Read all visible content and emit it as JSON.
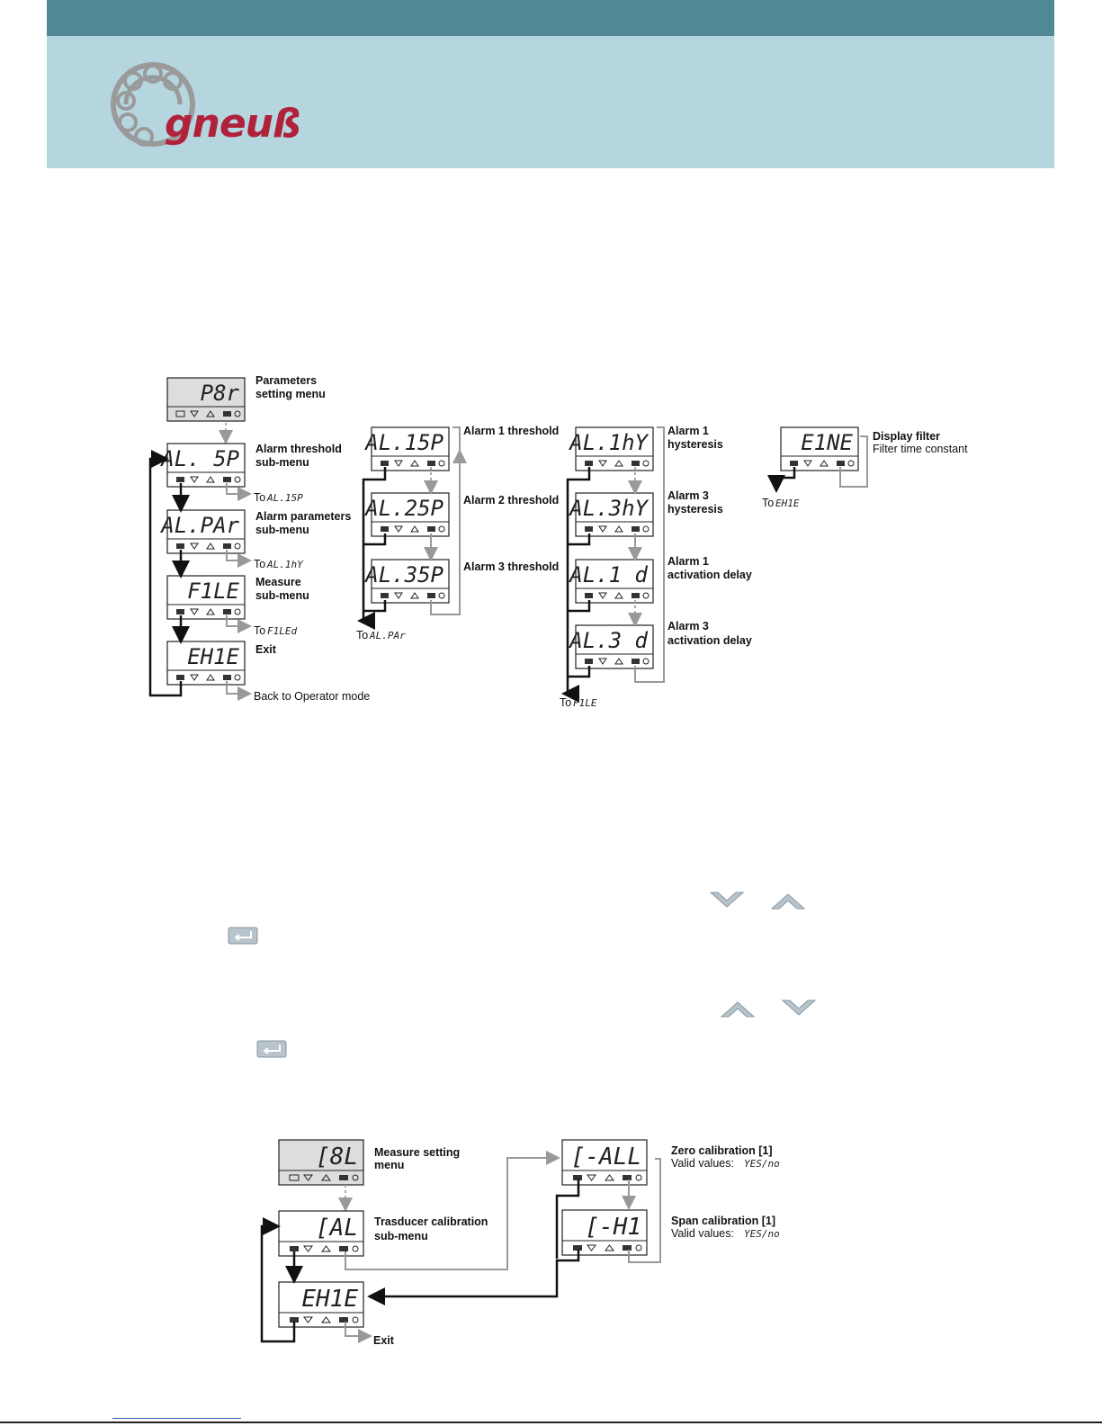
{
  "brand": {
    "name": "gneuß"
  },
  "diagram1": {
    "main_menu": [
      {
        "display": "P8r",
        "label1": "Parameters",
        "label2": "setting menu"
      },
      {
        "display": "AL.  5P",
        "label1": "Alarm threshold",
        "label2": "sub-menu",
        "to": "To ",
        "to_seg": "AL.15P"
      },
      {
        "display": "AL.PAr",
        "label1": "Alarm parameters",
        "label2": "sub-menu",
        "to": "To ",
        "to_seg": "AL.1hY"
      },
      {
        "display": "F1LE",
        "label1": "Measure",
        "label2": "sub-menu",
        "to": "To ",
        "to_seg": "F1LEd"
      },
      {
        "display": "EH1E",
        "label1": "Exit",
        "label2": "",
        "to": "Back to Operator mode",
        "to_seg": ""
      }
    ],
    "threshold": {
      "items": [
        {
          "display": "AL.15P",
          "label": "Alarm 1 threshold"
        },
        {
          "display": "AL.25P",
          "label": "Alarm 2 threshold"
        },
        {
          "display": "AL.35P",
          "label": "Alarm 3 threshold"
        }
      ],
      "to": "To ",
      "to_seg": "AL.PAr"
    },
    "params": {
      "items": [
        {
          "display": "AL.1hY",
          "label1": "Alarm 1",
          "label2": "hysteresis"
        },
        {
          "display": "AL.3hY",
          "label1": "Alarm 3",
          "label2": "hysteresis"
        },
        {
          "display": "AL.1  d",
          "label1": "Alarm 1",
          "label2": "activation delay"
        },
        {
          "display": "AL.3  d",
          "label1": "Alarm 3",
          "label2": "activation delay"
        }
      ],
      "to": "To ",
      "to_seg": "F1LE"
    },
    "filter": {
      "display": "E1NE",
      "label1": "Display filter",
      "label2": "Filter time constant",
      "to": "To ",
      "to_seg": "EH1E"
    }
  },
  "diagram2": {
    "menu": {
      "display": "[8L",
      "label1": "Measure setting",
      "label2": "menu"
    },
    "submenu": {
      "display": "[AL",
      "label1": "Trasducer calibration",
      "label2": "sub-menu"
    },
    "exit": {
      "display": "EH1E",
      "label": "Exit"
    },
    "zero": {
      "display": "[-ALL",
      "label1": "Zero calibration [1]",
      "label2": "Valid values: ",
      "label2_seg": "YES/no"
    },
    "span": {
      "display": "[-H1",
      "label1": "Span calibration [1]",
      "label2": "Valid values: ",
      "label2_seg": "YES/no"
    }
  },
  "icons": [
    "down-arrow-icon",
    "up-arrow-icon",
    "enter-icon"
  ]
}
